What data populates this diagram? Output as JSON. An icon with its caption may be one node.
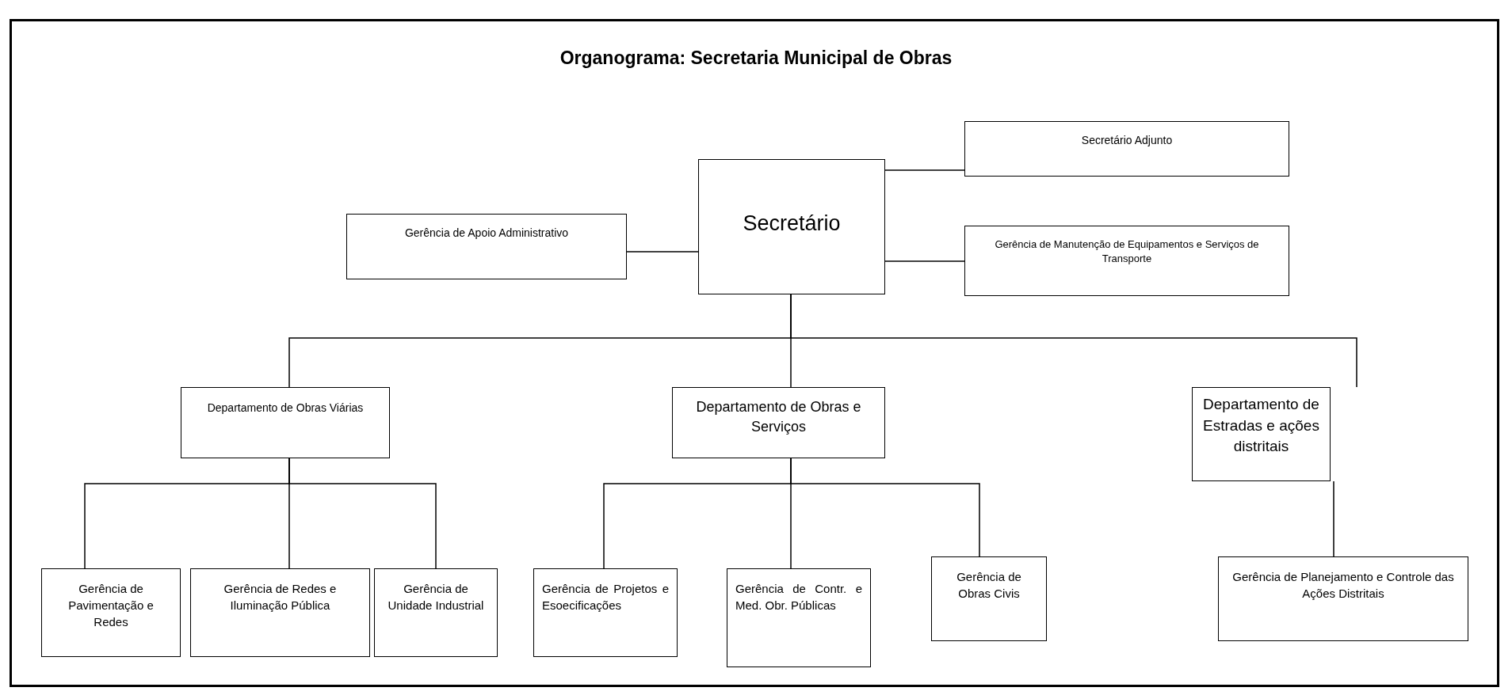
{
  "diagram": {
    "title": "Organograma: Secretaria Municipal de Obras",
    "nodes": [
      {
        "text": [
          "Secretário"
        ]
      },
      {
        "text": [
          "Secretário Adjunto"
        ]
      },
      {
        "text": [
          "Gerência de Apoio Administrativo"
        ]
      },
      {
        "text": [
          "Gerência de Manutenção de Equipamentos e Serviços de Transporte"
        ]
      },
      {
        "text": [
          "Departamento de Obras Viárias"
        ]
      },
      {
        "text": [
          "Departamento de Obras e Serviços"
        ]
      },
      {
        "text": [
          "Departamento de Estradas e ações distritais"
        ]
      },
      {
        "text": [
          "Gerência de Pavimentação e Redes"
        ]
      },
      {
        "text": [
          "Gerência de Redes e Iluminação Pública"
        ]
      },
      {
        "text": [
          "Gerência de Unidade Industrial"
        ]
      },
      {
        "text": [
          "Gerência de Projetos e Esoecificações"
        ]
      },
      {
        "text": [
          "Gerência de Contr. e Med. Obr. Públicas"
        ]
      },
      {
        "text": [
          "Gerência de Obras Civis"
        ]
      },
      {
        "text": [
          "Gerência de Planejamento e Controle das Ações Distritais"
        ]
      }
    ],
    "edges": [
      {
        "from": 0,
        "to": 1,
        "arrow": "none"
      },
      {
        "from": 0,
        "to": 2,
        "arrow": "none"
      },
      {
        "from": 0,
        "to": 3,
        "arrow": "none"
      },
      {
        "from": 0,
        "to": 4,
        "arrow": "none"
      },
      {
        "from": 0,
        "to": 5,
        "arrow": "none"
      },
      {
        "from": 0,
        "to": 6,
        "arrow": "none"
      },
      {
        "from": 4,
        "to": 7,
        "arrow": "none"
      },
      {
        "from": 4,
        "to": 8,
        "arrow": "none"
      },
      {
        "from": 4,
        "to": 9,
        "arrow": "none"
      },
      {
        "from": 5,
        "to": 10,
        "arrow": "none"
      },
      {
        "from": 5,
        "to": 11,
        "arrow": "none"
      },
      {
        "from": 5,
        "to": 12,
        "arrow": "none"
      },
      {
        "from": 6,
        "to": 13,
        "arrow": "none"
      }
    ]
  }
}
